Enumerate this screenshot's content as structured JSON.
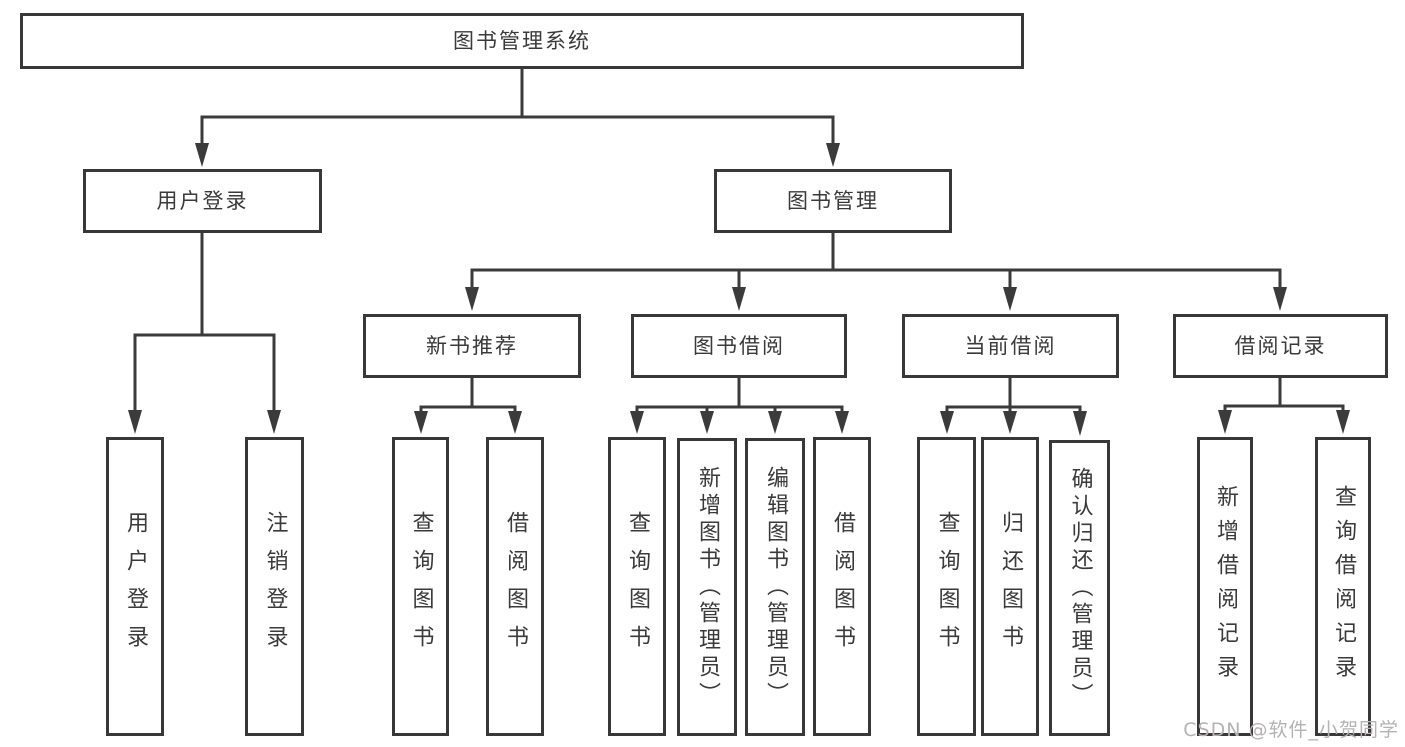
{
  "colors": {
    "line": "#3b3b3b",
    "box_border": "#383838",
    "text": "#3a3a3a",
    "background": "#ffffff",
    "watermark": "#b5b2b2"
  },
  "tree": {
    "root": {
      "label": "图书管理系统"
    },
    "branches": [
      {
        "label": "用户登录",
        "children": [
          {
            "label": "用户登录"
          },
          {
            "label": "注销登录"
          }
        ]
      },
      {
        "label": "图书管理",
        "children": [
          {
            "label": "新书推荐",
            "children": [
              {
                "label": "查询图书"
              },
              {
                "label": "借阅图书"
              }
            ]
          },
          {
            "label": "图书借阅",
            "children": [
              {
                "label": "查询图书"
              },
              {
                "label": "新增图书（管理员）"
              },
              {
                "label": "编辑图书（管理员）"
              },
              {
                "label": "借阅图书"
              }
            ]
          },
          {
            "label": "当前借阅",
            "children": [
              {
                "label": "查询图书"
              },
              {
                "label": "归还图书"
              },
              {
                "label": "确认归还（管理员）"
              }
            ]
          },
          {
            "label": "借阅记录",
            "children": [
              {
                "label": "新增借阅记录"
              },
              {
                "label": "查询借阅记录"
              }
            ]
          }
        ]
      }
    ]
  },
  "watermark": "CSDN @软件_小贺同学"
}
